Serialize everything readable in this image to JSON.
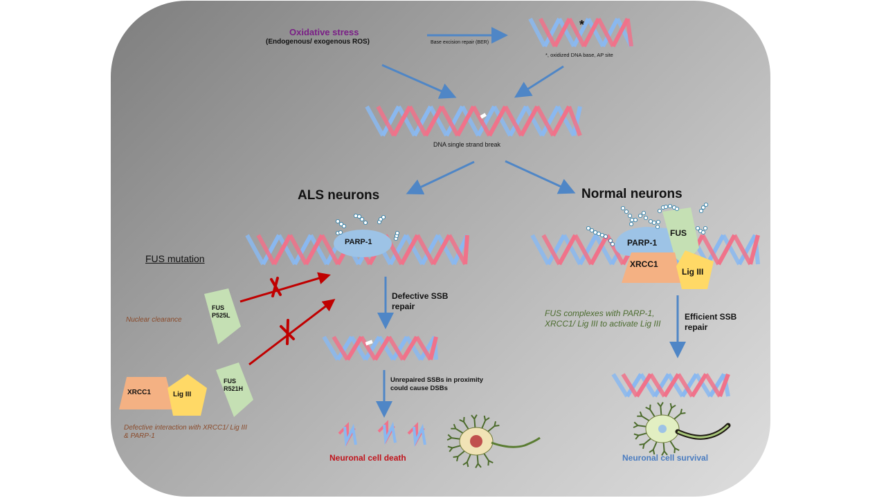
{
  "colors": {
    "dna_red": "#f0728a",
    "dna_blue": "#8ab8f0",
    "arrow_blue": "#4f86c6",
    "parp": "#9dc3e6",
    "fus": "#c5e0b4",
    "xrcc1": "#f4b183",
    "lig3": "#ffd966",
    "inhibit_red": "#c00000"
  },
  "top": {
    "stress_title": "Oxidative stress",
    "stress_subtitle": "(Endogenous/  exogenous ROS)",
    "ber_label": "Base excision  repair (BER)",
    "asterisk": "*",
    "oxidized_note": "*, oxidized  DNA base,  AP site",
    "ssb_label": "DNA  single strand break"
  },
  "als": {
    "heading": "ALS neurons",
    "parp_label": "PARP-1",
    "fus_mutation_title": "FUS mutation",
    "nuclear_clearance": "Nuclear clearance",
    "fus_p525l_line1": "FUS",
    "fus_p525l_line2": "P525L",
    "fus_r521h_line1": "FUS",
    "fus_r521h_line2": "R521H",
    "xrcc1_label": "XRCC1",
    "lig3_label": "Lig III",
    "defective_interaction_line1": "Defective interaction with XRCC1/ Lig III",
    "defective_interaction_line2": "& PARP-1",
    "defective_repair_line1": "Defective  SSB",
    "defective_repair_line2": "repair",
    "unrepaired_line1": "Unrepaired SSBs in proximity",
    "unrepaired_line2": " could cause DSBs",
    "outcome": "Neuronal cell death"
  },
  "normal": {
    "heading": "Normal neurons",
    "parp_label": "PARP-1",
    "fus_label": "FUS",
    "xrcc1_label": "XRCC1",
    "lig3_label": "Lig III",
    "complex_note_line1": "FUS complexes with  PARP-1,",
    "complex_note_line2": "XRCC1/ Lig III to activate Lig III",
    "efficient_repair_line1": "Efficient  SSB",
    "efficient_repair_line2": "repair",
    "outcome": "Neuronal cell survival"
  }
}
